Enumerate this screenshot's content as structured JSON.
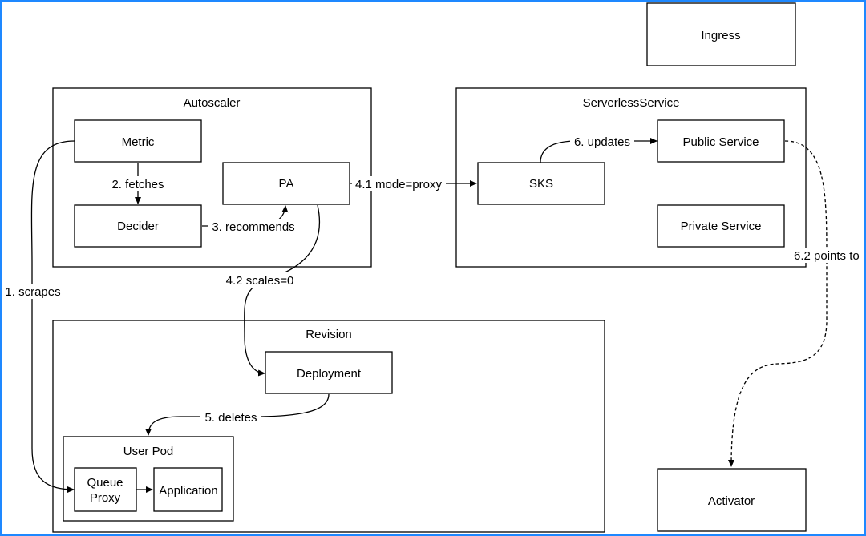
{
  "groups": {
    "autoscaler": "Autoscaler",
    "serverless_service": "ServerlessService",
    "revision": "Revision",
    "user_pod": "User Pod"
  },
  "nodes": {
    "ingress": "Ingress",
    "metric": "Metric",
    "pa": "PA",
    "decider": "Decider",
    "sks": "SKS",
    "public_service": "Public Service",
    "private_service": "Private Service",
    "deployment": "Deployment",
    "queue_proxy_line1": "Queue",
    "queue_proxy_line2": "Proxy",
    "application": "Application",
    "activator": "Activator"
  },
  "edges": {
    "scrapes": "1. scrapes",
    "fetches": "2. fetches",
    "recommends": "3. recommends",
    "mode_proxy": "4.1 mode=proxy",
    "scales": "4.2 scales=0",
    "deletes": "5. deletes",
    "updates": "6. updates",
    "points_to": "6.2 points to"
  },
  "colors": {
    "frame": "#1e88ff",
    "stroke": "#000000",
    "background": "#ffffff"
  }
}
